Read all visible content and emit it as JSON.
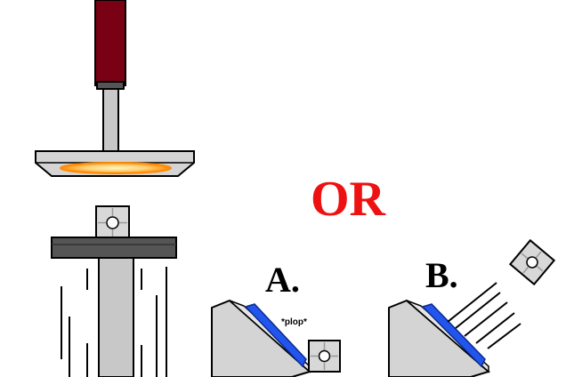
{
  "labels": {
    "or": "OR",
    "option_a": "A.",
    "option_b": "B.",
    "sound_effect": "*plop*"
  },
  "colors": {
    "or_text": "#ee1111",
    "piston_rod": "#7a0014",
    "metal_light": "#d0d0d0",
    "metal_dark": "#555555",
    "heat_glow": "#ff9b1a",
    "gel_blue": "#2255ee"
  },
  "icons": [
    "cube-icon"
  ]
}
